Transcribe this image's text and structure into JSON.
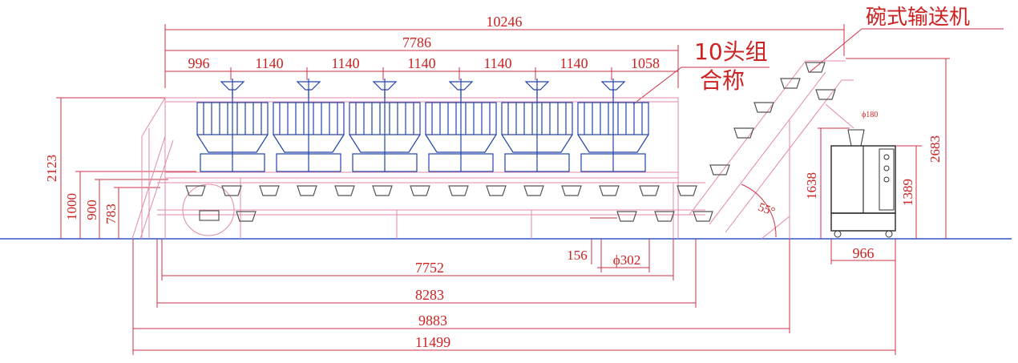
{
  "callouts": {
    "conveyor": "碗式输送机",
    "weigher_line1": "10头组",
    "weigher_line2": "合称"
  },
  "dimensions": {
    "top_total": "10246",
    "weigher_span": "7786",
    "segments": [
      "996",
      "1140",
      "1140",
      "1140",
      "1140",
      "1140",
      "1058"
    ],
    "h_2123": "2123",
    "h_1000": "1000",
    "h_900": "900",
    "h_783": "783",
    "h_2683": "2683",
    "h_1638": "1638",
    "h_1389": "1389",
    "w_966": "966",
    "d_156": "156",
    "d_phi302": "ϕ302",
    "b_7752": "7752",
    "b_8283": "8283",
    "b_9883": "9883",
    "b_11499": "11499",
    "angle": "55°",
    "small_phi": "ϕ180"
  },
  "colors": {
    "dimension": "#cc2222",
    "weigher": "#2244aa",
    "frame": "#e08aa8",
    "ground": "#3355cc"
  },
  "weigher_count": 6
}
